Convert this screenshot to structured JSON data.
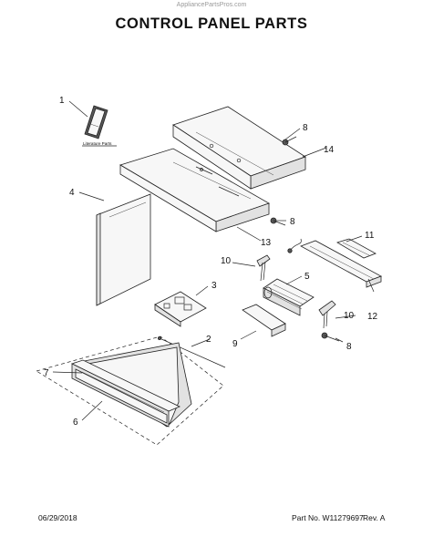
{
  "header": {
    "watermark": "AppliancePartsPros.com",
    "title": "CONTROL PANEL PARTS"
  },
  "literature": {
    "label": "Literature Parts"
  },
  "callouts": [
    {
      "id": "1",
      "label": "1"
    },
    {
      "id": "2",
      "label": "2"
    },
    {
      "id": "3",
      "label": "3"
    },
    {
      "id": "4",
      "label": "4"
    },
    {
      "id": "5",
      "label": "5"
    },
    {
      "id": "6",
      "label": "6"
    },
    {
      "id": "7",
      "label": "7"
    },
    {
      "id": "8a",
      "label": "8"
    },
    {
      "id": "8b",
      "label": "8"
    },
    {
      "id": "8c",
      "label": "8"
    },
    {
      "id": "9",
      "label": "9"
    },
    {
      "id": "10a",
      "label": "10"
    },
    {
      "id": "10b",
      "label": "10"
    },
    {
      "id": "11",
      "label": "11"
    },
    {
      "id": "12",
      "label": "12"
    },
    {
      "id": "13",
      "label": "13"
    },
    {
      "id": "14",
      "label": "14"
    }
  ],
  "footer": {
    "date": "06/29/2018",
    "part_number": "Part No. W11279697",
    "revision": "Rev. A"
  }
}
